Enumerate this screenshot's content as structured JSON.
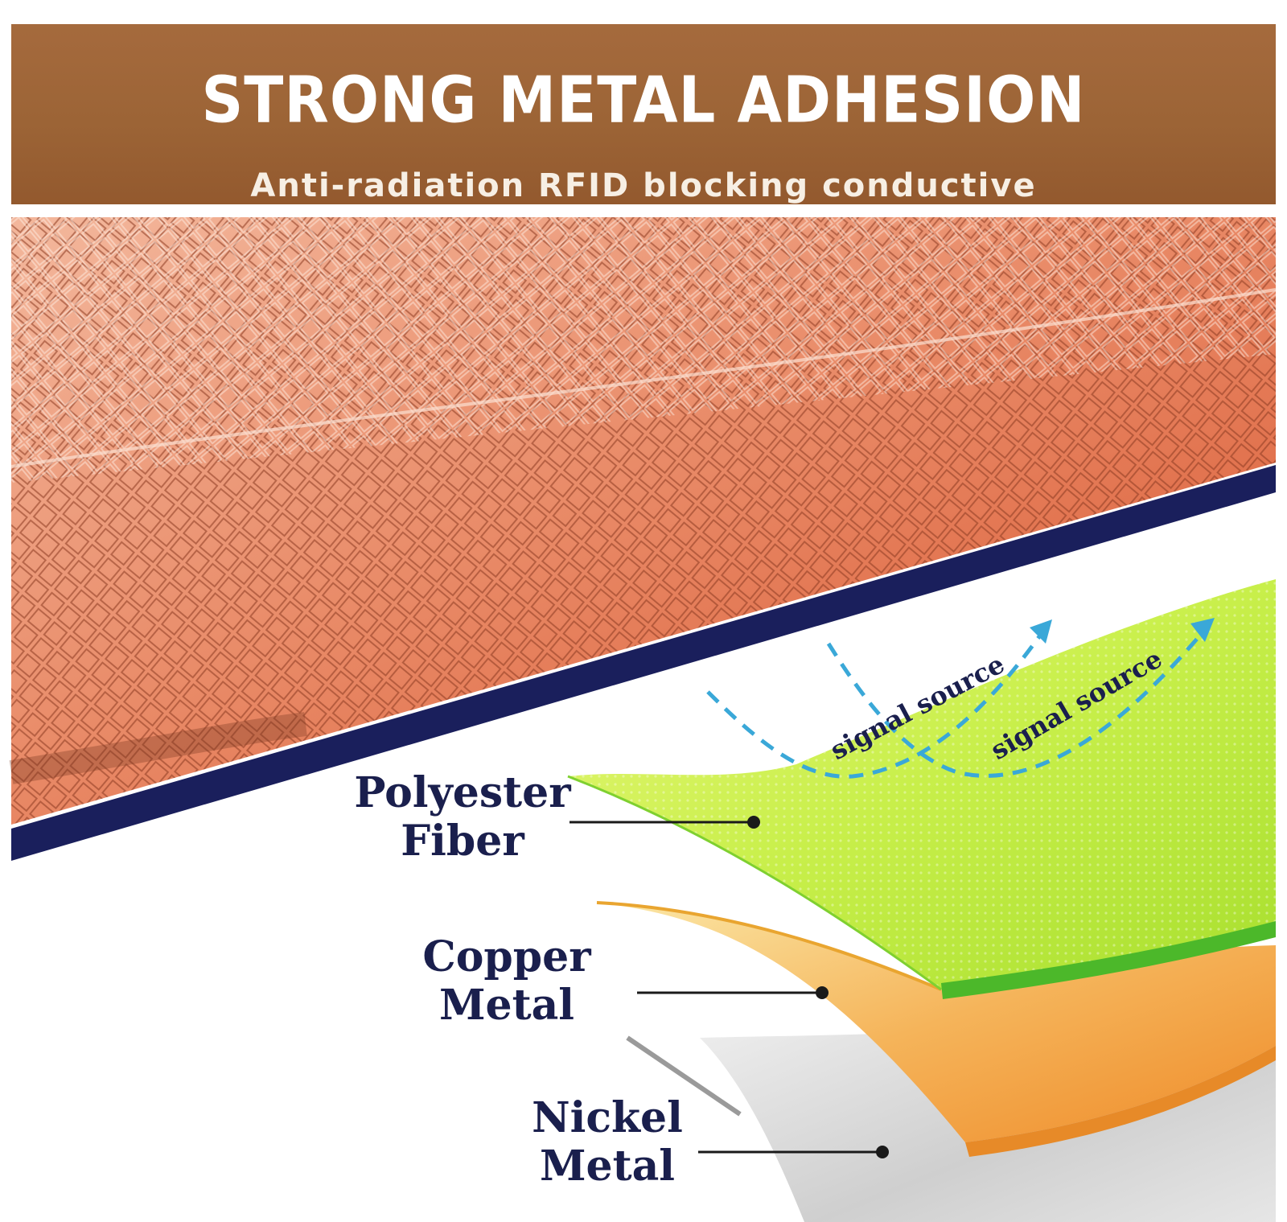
{
  "banner": {
    "title": "STRONG METAL ADHESION",
    "subtitle": "Anti-radiation RFID blocking conductive"
  },
  "layers": [
    {
      "line1": "Polyester",
      "line2": "Fiber",
      "color": "#b8e63a"
    },
    {
      "line1": "Copper",
      "line2": "Metal",
      "color": "#f5a53a"
    },
    {
      "line1": "Nickel",
      "line2": "Metal",
      "color": "#c8c8c8"
    }
  ],
  "signals": [
    "signal source",
    "signal source"
  ],
  "colors": {
    "banner": "#9c6436",
    "mesh": "#e8653a",
    "divider": "#1a1f5c",
    "signal_arrow": "#3aa8d8",
    "label_text": "#1a1f4d"
  },
  "icons": [
    "arrow-up-right-icon",
    "arrow-up-right-icon"
  ]
}
